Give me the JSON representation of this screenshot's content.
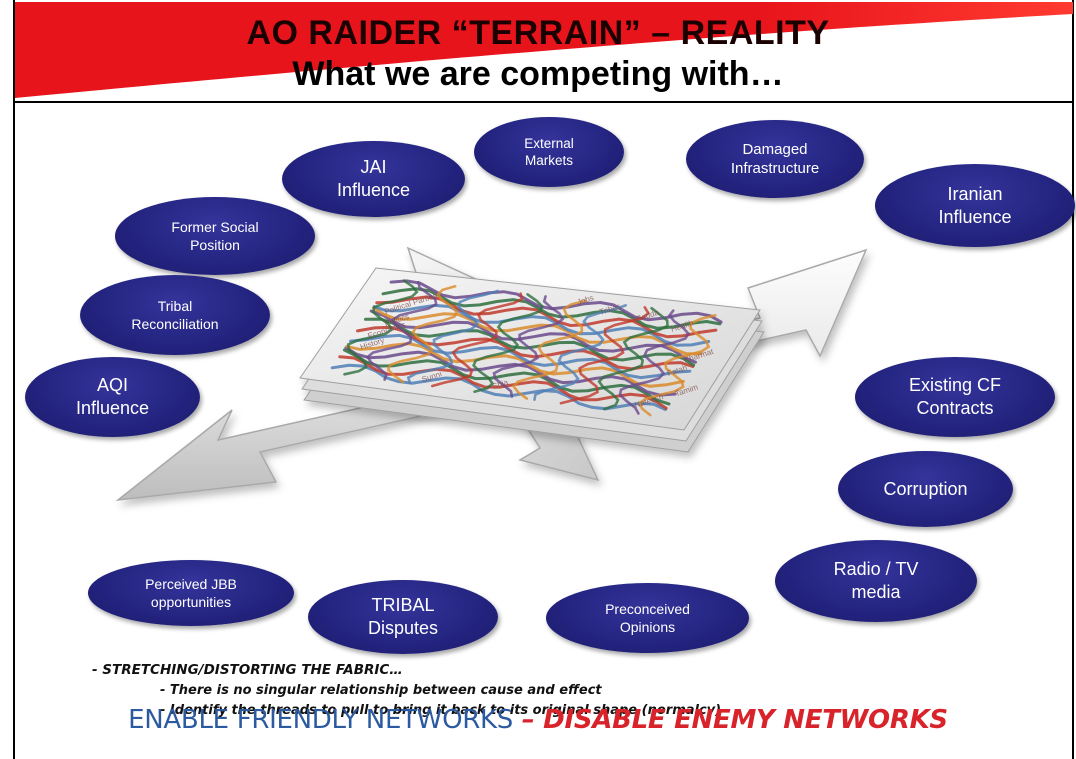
{
  "header": {
    "title": "AO RAIDER “TERRAIN” – REALITY",
    "subtitle": "What we are competing with…",
    "accent_color": "#e8141b"
  },
  "fabric": {
    "thread_labels": [
      "Jobs",
      "Tribes",
      "Sadda",
      "Health",
      "Political Parties",
      "Politics",
      "Economics",
      "History",
      "Shia",
      "Sunni",
      "Fatah",
      "Kharmat",
      "Tamim",
      "Nateesh"
    ],
    "thread_colors": [
      "#4f7fb6",
      "#c0392b",
      "#2e6f3e",
      "#6a4a8c",
      "#d98b2b"
    ]
  },
  "influences": [
    {
      "label": "External\nMarkets"
    },
    {
      "label": "Damaged\nInfrastructure"
    },
    {
      "label": "JAI\nInfluence"
    },
    {
      "label": "Iranian\nInfluence"
    },
    {
      "label": "Former Social\nPosition"
    },
    {
      "label": "Tribal\nReconciliation"
    },
    {
      "label": "AQI\nInfluence"
    },
    {
      "label": "Existing CF\nContracts"
    },
    {
      "label": "Corruption"
    },
    {
      "label": "Radio / TV\nmedia"
    },
    {
      "label": "Perceived JBB\nopportunities"
    },
    {
      "label": "TRIBAL\nDisputes"
    },
    {
      "label": "Preconceived\nOpinions"
    }
  ],
  "notes": {
    "main": "- STRETCHING/DISTORTING THE FABRIC…",
    "items": [
      "- There is no singular relationship between cause and effect",
      "- Identify the threads to pull to bring it back to its original shape (normalcy)"
    ]
  },
  "footer": {
    "friendly": "ENABLE FRIENDLY NETWORKS",
    "dash": " – ",
    "enemy": "DISABLE ENEMY NETWORKS"
  },
  "bubble_color": "#23237f"
}
